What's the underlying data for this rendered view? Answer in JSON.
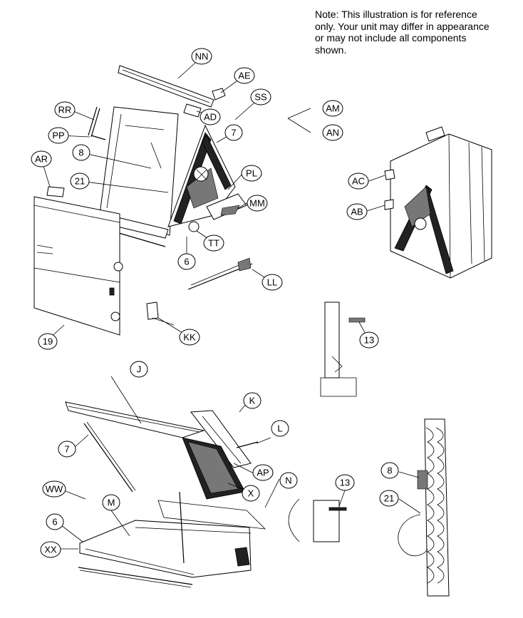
{
  "note": "Note: This illustration is for reference only. Your unit may differ in appearance or may not include all components shown.",
  "callouts": {
    "NN": "NN",
    "AE": "AE",
    "AD": "AD",
    "SS": "SS",
    "AM": "AM",
    "AN": "AN",
    "RR": "RR",
    "PP": "PP",
    "n7_top": "7",
    "n8_top": "8",
    "AR": "AR",
    "n21_top": "21",
    "PL": "PL",
    "MM": "MM",
    "TT": "TT",
    "n6_top": "6",
    "LL": "LL",
    "KK": "KK",
    "n19": "19",
    "AC": "AC",
    "AB": "AB",
    "n13_top": "13",
    "J": "J",
    "K": "K",
    "L": "L",
    "n7_bot": "7",
    "AP": "AP",
    "N": "N",
    "X": "X",
    "WW": "WW",
    "M": "M",
    "n6_bot": "6",
    "XX": "XX",
    "n13_bot": "13",
    "n8_bot": "8",
    "n21_bot": "21"
  }
}
